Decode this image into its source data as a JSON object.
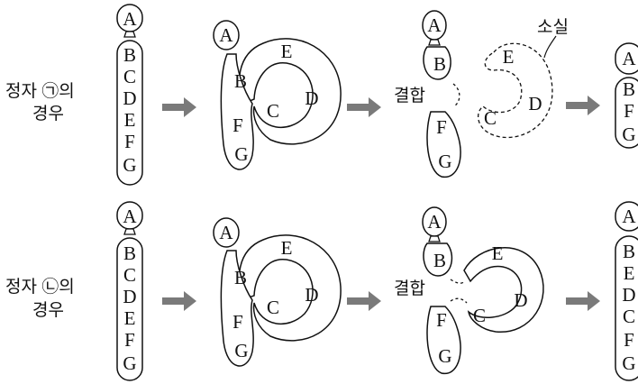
{
  "rows": [
    {
      "case_label_line1": "정자 ㉠의",
      "case_label_line2": "경우",
      "marker": "ㄱ",
      "initial": [
        "A",
        "B",
        "C",
        "D",
        "E",
        "F",
        "G"
      ],
      "loop_genes": [
        "E",
        "D",
        "C"
      ],
      "stem_genes": [
        "A",
        "B",
        "F",
        "G"
      ],
      "join_label": "결합",
      "loss_label": "소실",
      "result": [
        "A",
        "B",
        "F",
        "G"
      ]
    },
    {
      "case_label_line1": "정자 ㉡의",
      "case_label_line2": "경우",
      "marker": "ㄴ",
      "initial": [
        "A",
        "B",
        "C",
        "D",
        "E",
        "F",
        "G"
      ],
      "loop_genes": [
        "E",
        "D",
        "C"
      ],
      "stem_genes": [
        "A",
        "B",
        "F",
        "G"
      ],
      "join_label": "결합",
      "result": [
        "A",
        "B",
        "E",
        "D",
        "C",
        "F",
        "G"
      ]
    }
  ]
}
